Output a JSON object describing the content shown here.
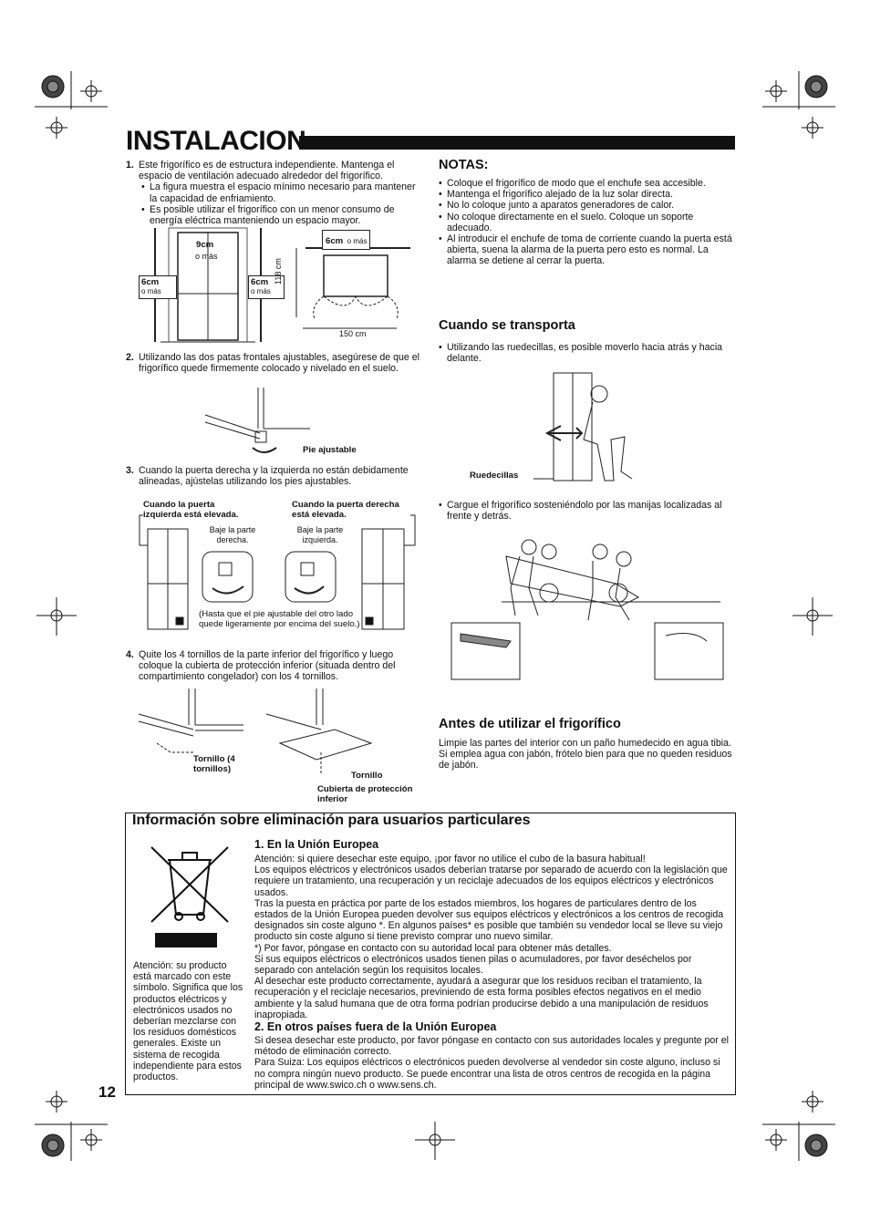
{
  "page": {
    "title": "INSTALACION",
    "page_number": "12"
  },
  "left": {
    "step1": {
      "num": "1.",
      "text": "Este frigorífico es de estructura independiente. Mantenga el espacio de ventilación adecuado alrededor del frigorífico.",
      "bullets": [
        "La figura muestra el espacio mínimo necesario para mantener la capacidad de enfriamiento.",
        "Es posible utilizar el frigorífico con un menor consumo de energía eléctrica manteniendo un espacio mayor."
      ]
    },
    "fig1": {
      "top_clear": "9cm",
      "top_clear_sub": "o más",
      "left_clear": "6cm",
      "left_clear_sub": "o más",
      "right_clear": "6cm",
      "right_clear_sub": "o más",
      "top_view_clear": "6cm",
      "top_view_clear_sub": "o más",
      "depth": "118 cm",
      "width": "150 cm"
    },
    "step2": {
      "num": "2.",
      "text": "Utilizando las dos patas frontales ajustables, asegúrese de que el frigorífico quede firmemente colocado y nivelado en el suelo."
    },
    "fig2": {
      "label": "Pie ajustable"
    },
    "step3": {
      "num": "3.",
      "text": "Cuando la puerta derecha y la izquierda no están debidamente alineadas, ajústelas utilizando los pies ajustables."
    },
    "fig3": {
      "left_caption": "Cuando la puerta izquierda está elevada.",
      "right_caption": "Cuando la puerta derecha está elevada.",
      "left_sub": "Baje la parte derecha.",
      "right_sub": "Baje la parte izquierda.",
      "note": "(Hasta que el pie ajustable del otro lado quede ligeramente por encima del suelo.)"
    },
    "step4": {
      "num": "4.",
      "text": "Quite los 4 tornillos de la parte inferior del frigorífico y luego coloque la cubierta de protección inferior (situada dentro del compartimiento congelador) con los 4 tornillos."
    },
    "fig4": {
      "screws_label": "Tornillo (4 tornillos)",
      "screw_label": "Tornillo",
      "cover_label": "Cubierta de protección inferior"
    }
  },
  "right": {
    "notas_title": "NOTAS:",
    "notas": [
      "Coloque el frigorífico de modo que el enchufe sea accesible.",
      "Mantenga el frigorífico alejado de la luz solar directa.",
      "No lo coloque junto a aparatos generadores de calor.",
      "No coloque directamente en el suelo. Coloque un soporte adecuado.",
      "Al introducir el enchufe de toma de corriente cuando la puerta está abierta, suena la alarma de la puerta pero esto es normal. La alarma se detiene al cerrar la puerta."
    ],
    "transport_title": "Cuando se transporta",
    "transport_bullet1": "Utilizando las ruedecillas, es posible moverlo hacia atrás y hacia delante.",
    "wheels_label": "Ruedecillas",
    "transport_bullet2": "Cargue el frigorífico sosteniéndolo por las manijas localizadas al frente y detrás.",
    "before_title": "Antes de utilizar el frigorífico",
    "before_text": "Limpie las partes del interior con un paño humedecido en agua tibia. Si emplea agua con jabón, frótelo bien para que no queden residuos de jabón."
  },
  "disposal": {
    "title": "Información sobre eliminación para usuarios particulares",
    "symbol_caption": "Atención: su producto está marcado con este símbolo. Significa que los productos eléctricos y electrónicos usados no deberían mezclarse con los residuos domésticos generales. Existe un sistema de recogida independiente para estos productos.",
    "eu_title": "1. En la Unión Europea",
    "eu_paragraphs": [
      "Atención: si quiere desechar este equipo, ¡por favor no utilice el cubo de la basura habitual!",
      "Los equipos eléctricos y electrónicos usados deberían tratarse por separado de acuerdo con la legislación que requiere un tratamiento, una recuperación y un reciclaje adecuados de los equipos eléctricos y electrónicos usados.",
      "Tras la puesta en práctica por parte de los estados miembros, los hogares de particulares dentro de los estados de la Unión Europea pueden devolver sus equipos eléctricos y electrónicos a los centros de recogida designados sin coste alguno *. En algunos países* es posible que también su vendedor local se lleve su viejo producto sin coste alguno si tiene previsto comprar uno nuevo similar.",
      "*) Por favor, póngase en contacto con su autoridad local para obtener más detalles.",
      "Si sus equipos eléctricos o electrónicos usados tienen pilas o acumuladores, por favor deséchelos por separado con antelación según los requisitos locales.",
      "Al desechar este producto correctamente, ayudará a asegurar que los residuos reciban el tratamiento, la recuperación y el reciclaje necesarios, previniendo de esta forma posibles efectos negativos en el medio ambiente y la salud humana que de otra forma podrían producirse debido a una manipulación de residuos inapropiada."
    ],
    "other_title": "2. En otros países fuera de la Unión Europea",
    "other_paragraphs": [
      "Si desea desechar este producto, por favor póngase en contacto con sus autoridades locales y pregunte por el método de eliminación correcto.",
      "Para Suiza: Los equipos eléctricos o electrónicos pueden devolverse al vendedor sin coste alguno, incluso si no compra ningún nuevo producto. Se puede encontrar una lista de otros centros de recogida en la página principal de www.swico.ch o www.sens.ch."
    ]
  }
}
